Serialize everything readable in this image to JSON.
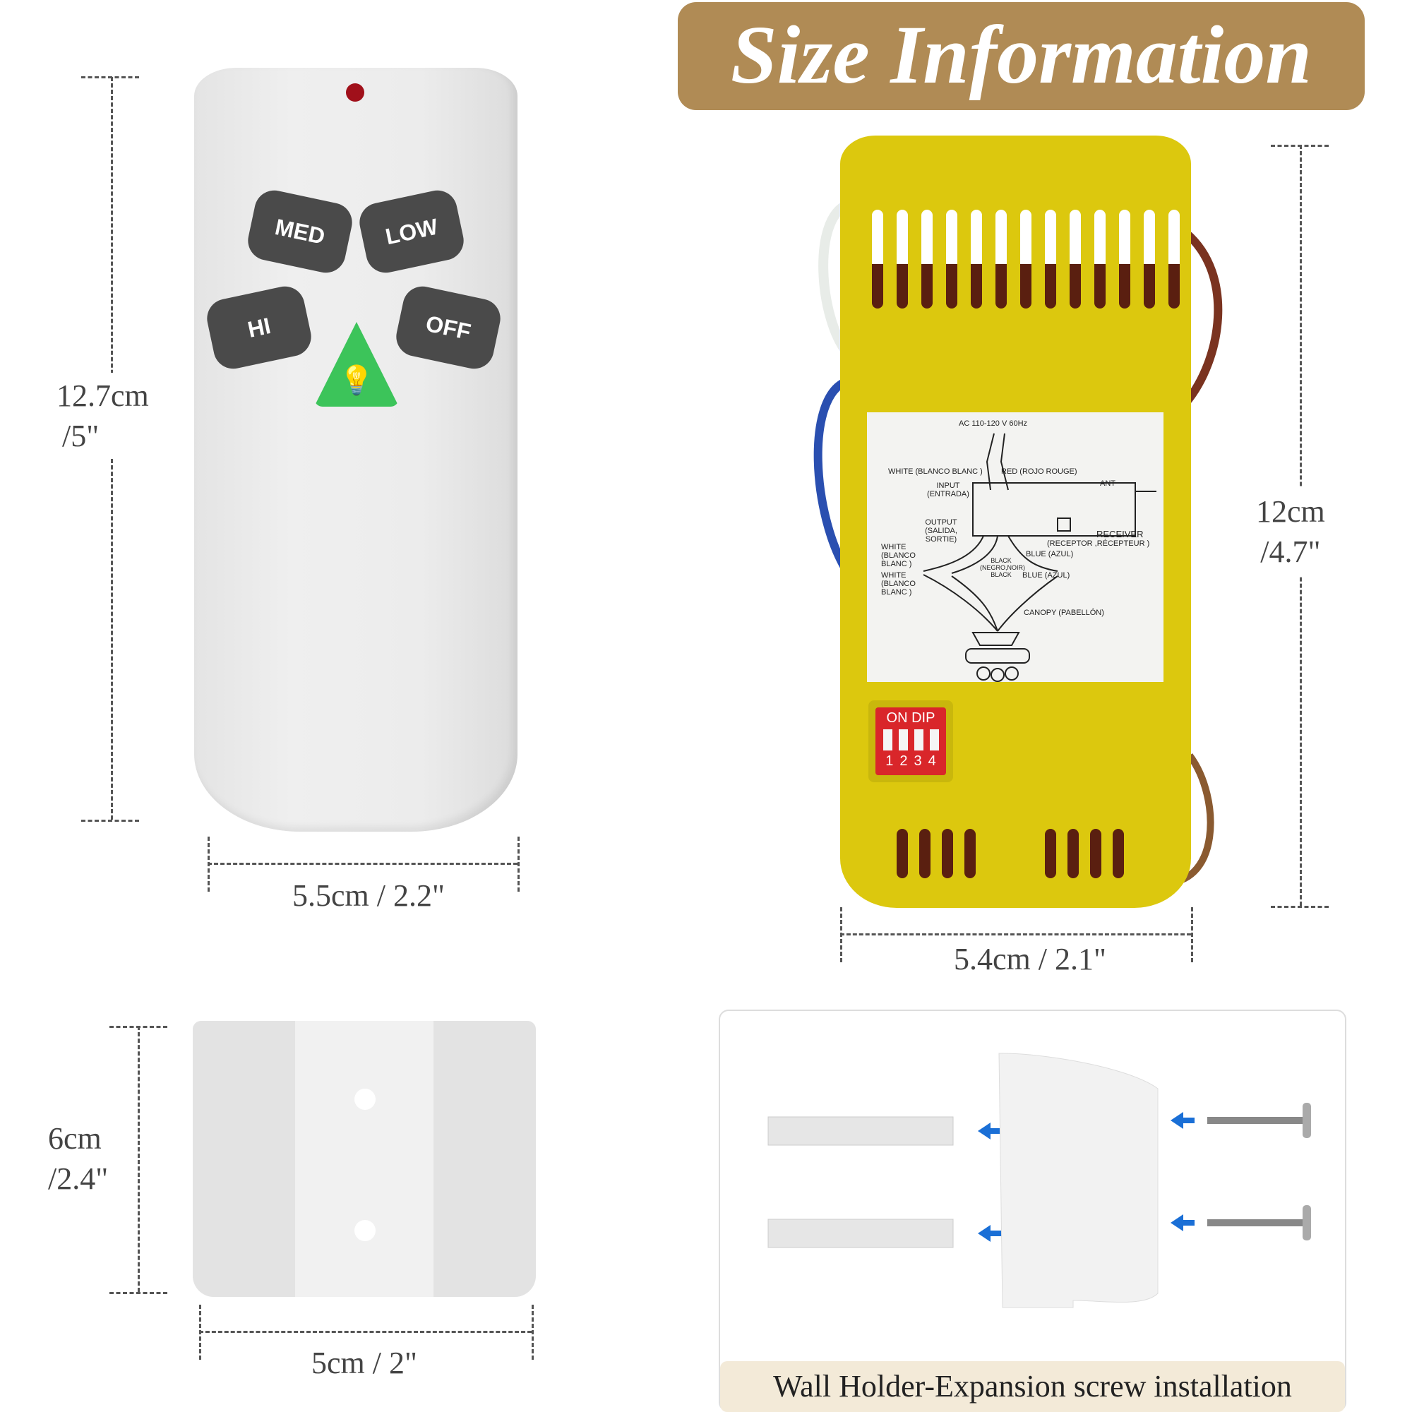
{
  "banner": {
    "title": "Size Information"
  },
  "remote": {
    "buttons": {
      "med": "MED",
      "low": "LOW",
      "hi": "HI",
      "off": "OFF",
      "light": "💡"
    },
    "height_label": "12.7cm",
    "height_label_in": "/5\"",
    "width_label": "5.5cm / 2.2\""
  },
  "receiver": {
    "height_label": "12cm",
    "height_label_in": "/4.7\"",
    "width_label": "5.4cm / 2.1\"",
    "diagram": {
      "power": "AC 110-120 V 60Hz",
      "white_in": "WHITE (BLANCO  BLANC )",
      "red_in": "RED (ROJO ROUGE)",
      "input": "INPUT (ENTRADA)",
      "ant": "ANT",
      "output": "OUTPUT (SALIDA, SORTIE)",
      "receiver": "RECEIVER",
      "receiver_sub": "(RECEPTOR ,RÉCEPTEUR )",
      "white_out1": "WHITE (BLANCO  BLANC )",
      "black": "BLACK (NEGRO,NOIR) BLACK",
      "blue1": "BLUE (AZUL)",
      "white_out2": "WHITE (BLANCO  BLANC )",
      "blue2": "BLUE (AZUL)",
      "canopy": "CANOPY (PABELLÓN)"
    },
    "dip": {
      "on": "ON",
      "dip": "DIP",
      "numbers": [
        "1",
        "2",
        "3",
        "4"
      ]
    }
  },
  "holder": {
    "height_label": "6cm",
    "height_label_in": "/2.4\"",
    "width_label": "5cm / 2\""
  },
  "install": {
    "caption": "Wall Holder-Expansion screw installation"
  },
  "colors": {
    "banner": "#b08b55",
    "receiver": "#dcc80e",
    "light_button": "#3cc45a",
    "arrow": "#1a6fd6"
  }
}
